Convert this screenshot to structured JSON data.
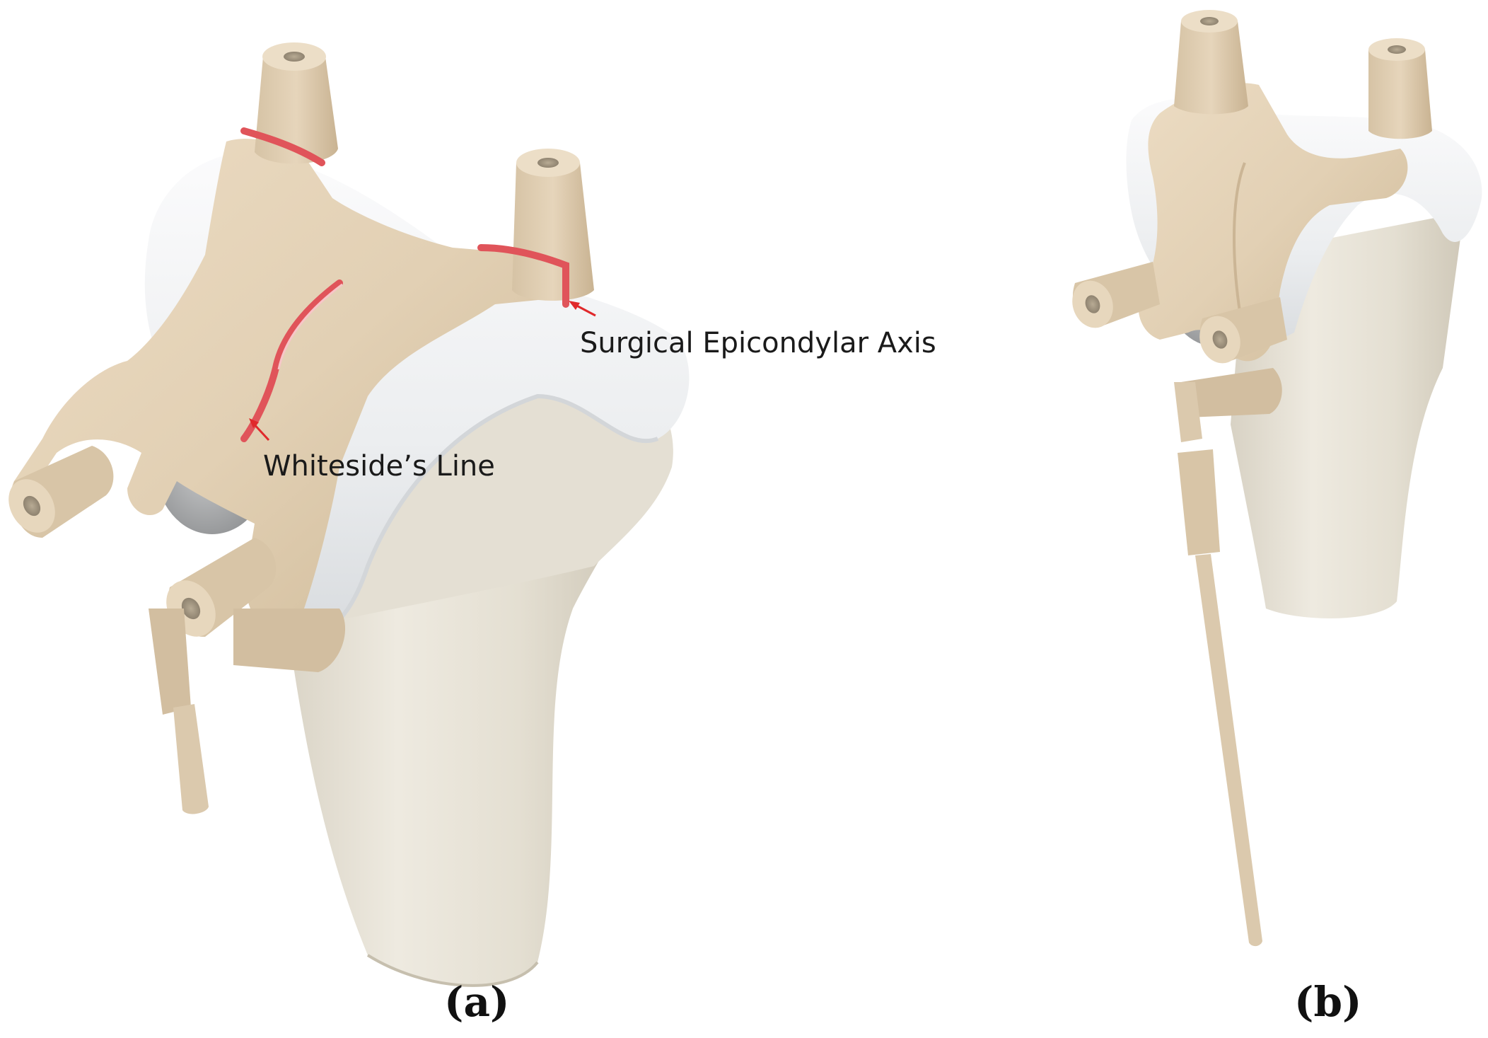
{
  "figure": {
    "panel_a": {
      "label": "(a)",
      "annotations": {
        "epicondylar_axis": "Surgical Epicondylar Axis",
        "whitesides_line": "Whiteside’s Line"
      }
    },
    "panel_b": {
      "label": "(b)"
    },
    "colors": {
      "guide": "#e2d1b6",
      "bone": "#e6e1d5",
      "cartilage": "#f3f4f5",
      "marking": "#e0545a",
      "arrow": "#e0292b"
    }
  }
}
